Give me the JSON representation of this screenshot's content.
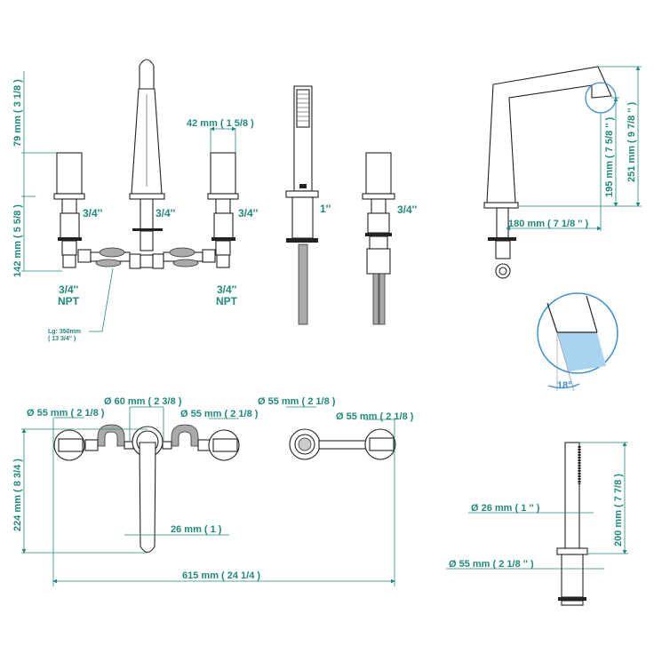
{
  "front_view": {
    "dim_top": "79 mm ( 3 1/8 )",
    "dim_bottom": "142 mm ( 5 5/8 )",
    "dim_handle": "42 mm ( 1 5/8 )",
    "thread_left": "3/4''",
    "thread_center": "3/4''",
    "thread_right": "3/4''",
    "npt_left_size": "3/4''",
    "npt_left": "NPT",
    "npt_right_size": "3/4''",
    "npt_right": "NPT",
    "hose_length": "Lg: 350mm",
    "hose_length_in": "( 13 3/4'' )"
  },
  "hand_shower_view": {
    "thread_shower": "1''",
    "thread_valve": "3/4''"
  },
  "side_view": {
    "dim_total_height": "251 mm ( 9 7/8 '' )",
    "dim_outlet_height": "195 mm ( 7 5/8 '' )",
    "dim_reach": "180 mm ( 7 1/8 '' )",
    "angle": "18°"
  },
  "plan_view": {
    "dia_left_handle": "Ø 55 mm ( 2 1/8 )",
    "dia_spout": "Ø 60 mm ( 2 3/8 )",
    "dia_right_handle": "Ø 55 mm ( 2 1/8 )",
    "dia_shower_base": "Ø 55 mm ( 2 1/8 )",
    "dia_shower_valve": "Ø 55 mm ( 2 1/8 )",
    "dim_depth": "224 mm ( 8 3/4 )",
    "dim_width": "615 mm ( 24 1/4 )",
    "dim_spout_width": "26 mm ( 1 )"
  },
  "shower_detail": {
    "dia_handle": "Ø 26 mm ( 1 '' )",
    "dia_base": "Ø 55 mm ( 2 1/8 '' )",
    "dim_height": "200 mm ( 7 7/8 )"
  },
  "colors": {
    "dimension": "#1f8a7c",
    "detail": "#3a8fd8",
    "detail_fill": "#a8d4f0"
  }
}
